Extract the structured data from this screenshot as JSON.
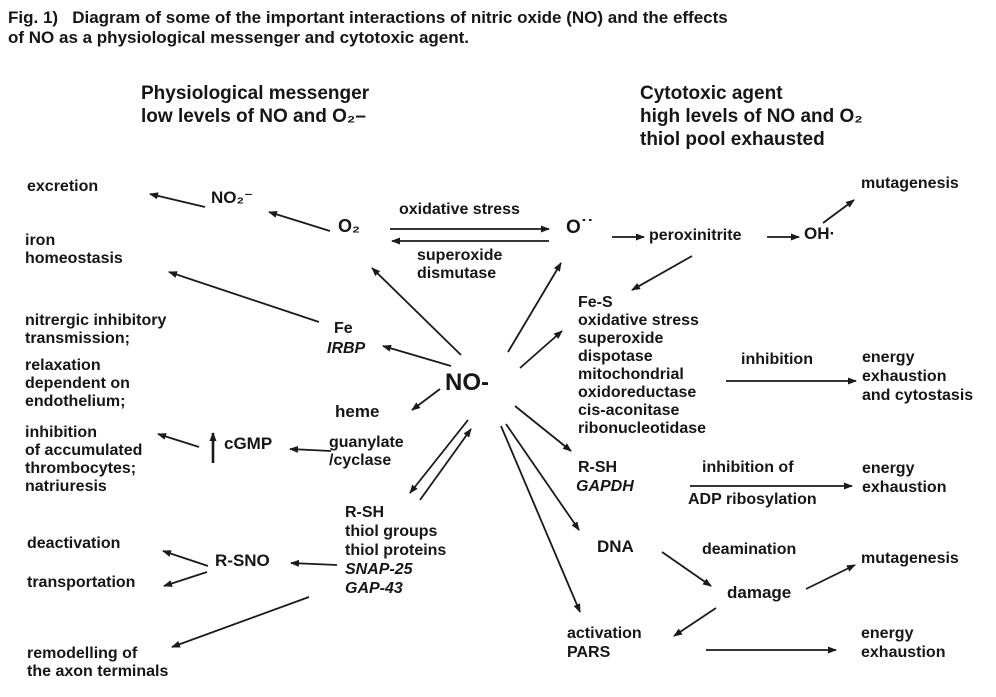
{
  "labels": {
    "title": "Fig. 1)   Diagram of some of the important interactions of nitric oxide (NO) and the effects\nof NO as a physiological messenger and cytotoxic agent.",
    "header_left": "Physiological messenger\nlow levels of NO and O₂–",
    "header_right": "Cytotoxic agent\nhigh levels of NO and O₂\nthiol pool exhausted",
    "excretion": "excretion",
    "no2": "NO₂⁻",
    "o2": "O₂",
    "oxidative_stress": "oxidative stress",
    "superoxide_dismutase": "superoxide\ndismutase",
    "o_radical": "O˙˙",
    "peroxinitrite": "peroxinitrite",
    "oh_radical": "OH·",
    "mutagenesis_top": "mutagenesis",
    "iron_homeostasis": "iron\nhomeostasis",
    "nitrergic": "nitrergic inhibitory\ntransmission;",
    "relaxation": "relaxation\ndependent on\nendothelium;",
    "inhibition_thrombocytes": "inhibition\nof accumulated\nthrombocytes;\nnatriuresis",
    "cgmp": "cGMP",
    "fe": "Fe",
    "irbp": "IRBP",
    "heme": "heme",
    "guanylate": "guanylate\n/cyclase",
    "no_center": "NO-",
    "fes_list": "Fe-S\noxidative stress\nsuperoxide\ndispotase\nmitochondrial\noxidoreductase\ncis-aconitase\nribonucleotidase",
    "inhibition_label": "inhibition",
    "energy_cytostasis": "energy\nexhaustion\nand cytostasis",
    "rsh_gapdh_head": "R-SH",
    "gapdh": "GAPDH",
    "inhibition_of": "inhibition of",
    "adp_ribosylation": "ADP ribosylation",
    "energy_exhaustion_mid": "energy\nexhaustion",
    "dna": "DNA",
    "deamination": "deamination",
    "mutagenesis_bottom": "mutagenesis",
    "damage": "damage",
    "activation_pars": "activation\nPARS",
    "energy_exhaustion_bottom": "energy\nexhaustion",
    "deactivation": "deactivation",
    "rsno": "R-SNO",
    "transportation": "transportation",
    "rsh_thiol": "R-SH\nthiol groups\nthiol proteins",
    "snap_gap": "SNAP-25\nGAP-43",
    "remodelling": "remodelling of\nthe axon terminals"
  },
  "colors": {
    "text": "#161616",
    "background": "#ffffff",
    "arrow": "#1a1a1a"
  }
}
